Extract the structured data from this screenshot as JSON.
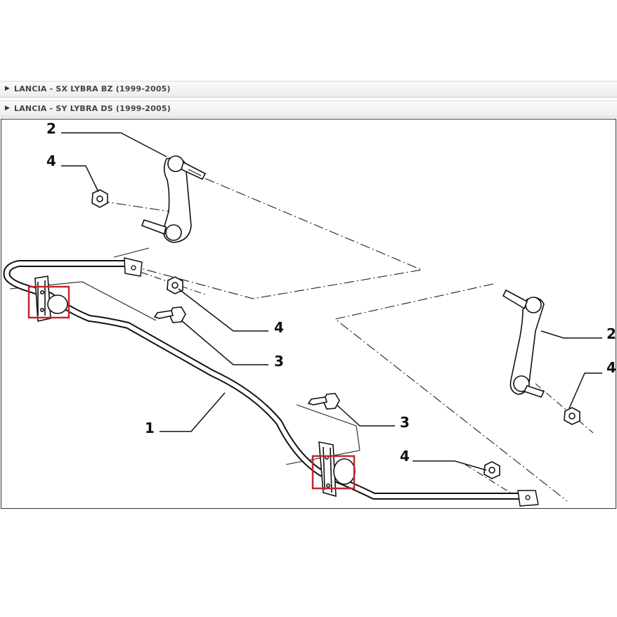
{
  "vehicles": [
    {
      "label": "LANCIA - SX LYBRA BZ (1999-2005)"
    },
    {
      "label": "LANCIA - SY LYBRA DS (1999-2005)"
    }
  ],
  "diagram": {
    "callouts": {
      "link_top": "2",
      "nut_top_left": "4",
      "nut_mid": "4",
      "bolt_mid": "3",
      "link_right": "2",
      "nut_right": "4",
      "bolt_lower": "3",
      "bar": "1",
      "nut_lower": "4"
    },
    "highlight_color": "#c0282d"
  }
}
